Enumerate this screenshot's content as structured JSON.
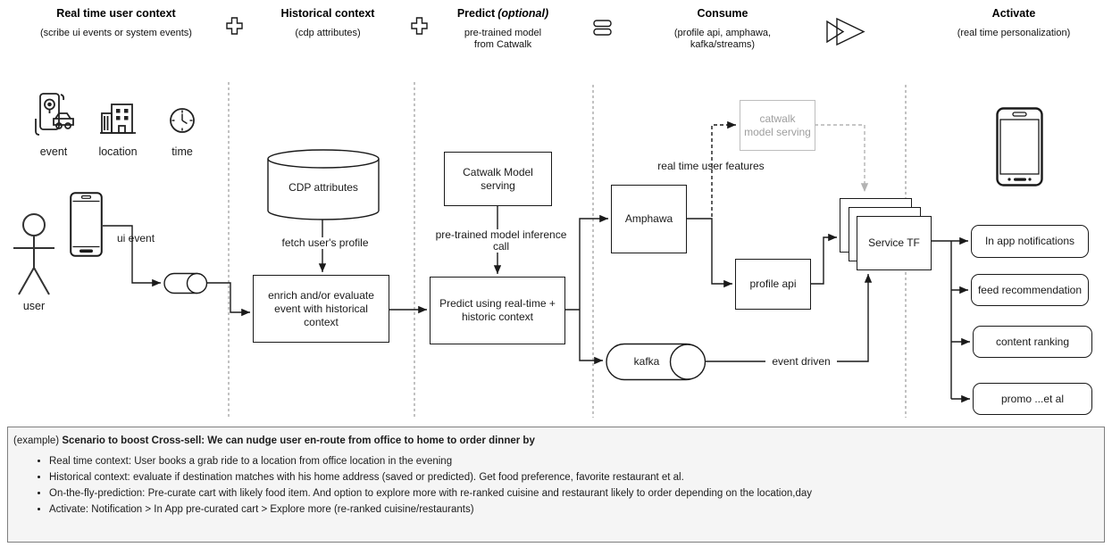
{
  "header": {
    "columns": [
      {
        "title": "Real time user context",
        "subtitle": "(scribe ui events or system events)"
      },
      {
        "title": "Historical context",
        "subtitle": "(cdp attributes)"
      },
      {
        "title": "Predict",
        "title_suffix": "(optional)",
        "subtitle": "pre-trained model\nfrom Catwalk"
      },
      {
        "title": "Consume",
        "subtitle": "(profile api, amphawa,\nkafka/streams)"
      },
      {
        "title": "Activate",
        "subtitle": "(real time personalization)"
      }
    ]
  },
  "context_icons": {
    "event": "event",
    "location": "location",
    "time": "time"
  },
  "actor": {
    "user_label": "user",
    "ui_event_label": "ui event"
  },
  "nodes": {
    "cdp": "CDP attributes",
    "catwalk_serving": "Catwalk Model serving",
    "enrich": "enrich and/or evaluate event with historical context",
    "predict": "Predict using real-time + historic context",
    "amphawa": "Amphawa",
    "profile_api": "profile api",
    "catwalk_gray": "catwalk model serving",
    "service_tf": "Service TF",
    "kafka": "kafka",
    "outputs": [
      "In app notifications",
      "feed recommendation",
      "content ranking",
      "promo ...et al"
    ]
  },
  "edge_labels": {
    "fetch_profile": "fetch user's profile",
    "inference_call": "pre-trained model inference call",
    "rt_features": "real time user features",
    "event_driven": "event driven"
  },
  "example": {
    "prefix": "(example)",
    "title": "Scenario to boost Cross-sell: We can nudge user en-route from office to home to order dinner by",
    "bullets": [
      "Real time context: User books a grab ride to a location from office location in the evening",
      "Historical context: evaluate if destination matches with his home address (saved or predicted). Get food preference, favorite restaurant et al.",
      "On-the-fly-prediction: Pre-curate cart with likely food item. And option to explore more with re-ranked cuisine and restaurant likely to order depending on the location,day",
      "Activate: Notification > In App pre-curated cart > Explore more (re-ranked cuisine/restaurants)"
    ]
  },
  "colors": {
    "line": "#1a1a1a",
    "muted_gray": "#b3b3b3",
    "panel_bg": "#f5f5f5",
    "panel_border": "#7f7f7f"
  }
}
